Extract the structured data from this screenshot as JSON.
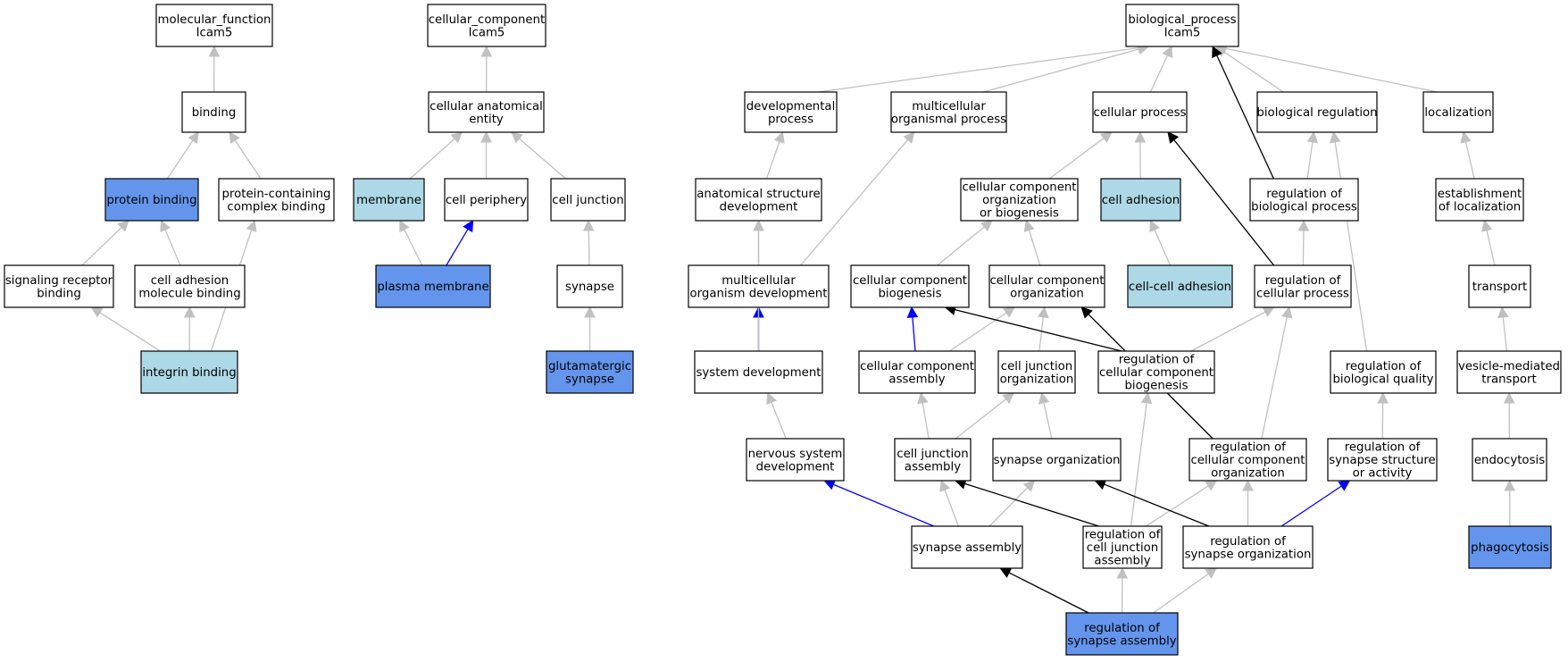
{
  "colors": {
    "node_fill": "#ffffff",
    "highlight_fill": "#6495ed",
    "light_fill": "#add8e6",
    "is_a_edge": "#c0c0c0",
    "part_of_edge": "#0000ff",
    "regulates_edge": "#000000"
  },
  "nodes": [
    {
      "id": "mf",
      "lines": [
        "molecular_function",
        "Icam5"
      ],
      "fill": "white"
    },
    {
      "id": "binding",
      "lines": [
        "binding"
      ],
      "fill": "white"
    },
    {
      "id": "protein_binding",
      "lines": [
        "protein binding"
      ],
      "fill": "highlight"
    },
    {
      "id": "pcb",
      "lines": [
        "protein-containing",
        "complex binding"
      ],
      "fill": "white"
    },
    {
      "id": "srb",
      "lines": [
        "signaling receptor",
        "binding"
      ],
      "fill": "white"
    },
    {
      "id": "camb",
      "lines": [
        "cell adhesion",
        "molecule binding"
      ],
      "fill": "white"
    },
    {
      "id": "integrin",
      "lines": [
        "integrin binding"
      ],
      "fill": "light"
    },
    {
      "id": "cc",
      "lines": [
        "cellular_component",
        "Icam5"
      ],
      "fill": "white"
    },
    {
      "id": "cae",
      "lines": [
        "cellular anatomical",
        "entity"
      ],
      "fill": "white"
    },
    {
      "id": "membrane",
      "lines": [
        "membrane"
      ],
      "fill": "light"
    },
    {
      "id": "periphery",
      "lines": [
        "cell periphery"
      ],
      "fill": "white"
    },
    {
      "id": "cjunction",
      "lines": [
        "cell junction"
      ],
      "fill": "white"
    },
    {
      "id": "pm",
      "lines": [
        "plasma membrane"
      ],
      "fill": "highlight"
    },
    {
      "id": "synapse",
      "lines": [
        "synapse"
      ],
      "fill": "white"
    },
    {
      "id": "gsyn",
      "lines": [
        "glutamatergic",
        "synapse"
      ],
      "fill": "highlight"
    },
    {
      "id": "bp",
      "lines": [
        "biological_process",
        "Icam5"
      ],
      "fill": "white"
    },
    {
      "id": "devp",
      "lines": [
        "developmental",
        "process"
      ],
      "fill": "white"
    },
    {
      "id": "mop",
      "lines": [
        "multicellular",
        "organismal process"
      ],
      "fill": "white"
    },
    {
      "id": "cp",
      "lines": [
        "cellular process"
      ],
      "fill": "white"
    },
    {
      "id": "br",
      "lines": [
        "biological regulation"
      ],
      "fill": "white"
    },
    {
      "id": "loc",
      "lines": [
        "localization"
      ],
      "fill": "white"
    },
    {
      "id": "asd",
      "lines": [
        "anatomical structure",
        "development"
      ],
      "fill": "white"
    },
    {
      "id": "ccob",
      "lines": [
        "cellular component",
        "organization",
        "or biogenesis"
      ],
      "fill": "white"
    },
    {
      "id": "cadh",
      "lines": [
        "cell adhesion"
      ],
      "fill": "light"
    },
    {
      "id": "rbp",
      "lines": [
        "regulation of",
        "biological process"
      ],
      "fill": "white"
    },
    {
      "id": "eol",
      "lines": [
        "establishment",
        "of localization"
      ],
      "fill": "white"
    },
    {
      "id": "mod",
      "lines": [
        "multicellular",
        "organism development"
      ],
      "fill": "white"
    },
    {
      "id": "ccbio",
      "lines": [
        "cellular component",
        "biogenesis"
      ],
      "fill": "white"
    },
    {
      "id": "ccorg",
      "lines": [
        "cellular component",
        "organization"
      ],
      "fill": "white"
    },
    {
      "id": "cca",
      "lines": [
        "cell-cell adhesion"
      ],
      "fill": "light"
    },
    {
      "id": "rcp",
      "lines": [
        "regulation of",
        "cellular process"
      ],
      "fill": "white"
    },
    {
      "id": "transport",
      "lines": [
        "transport"
      ],
      "fill": "white"
    },
    {
      "id": "sysdev",
      "lines": [
        "system development"
      ],
      "fill": "white"
    },
    {
      "id": "ccasm",
      "lines": [
        "cellular component",
        "assembly"
      ],
      "fill": "white"
    },
    {
      "id": "cjo",
      "lines": [
        "cell junction",
        "organization"
      ],
      "fill": "white"
    },
    {
      "id": "rccb",
      "lines": [
        "regulation of",
        "cellular component",
        "biogenesis"
      ],
      "fill": "white"
    },
    {
      "id": "rbq",
      "lines": [
        "regulation of",
        "biological quality"
      ],
      "fill": "white"
    },
    {
      "id": "vmt",
      "lines": [
        "vesicle-mediated",
        "transport"
      ],
      "fill": "white"
    },
    {
      "id": "nsd",
      "lines": [
        "nervous system",
        "development"
      ],
      "fill": "white"
    },
    {
      "id": "cja",
      "lines": [
        "cell junction",
        "assembly"
      ],
      "fill": "white"
    },
    {
      "id": "syno",
      "lines": [
        "synapse organization"
      ],
      "fill": "white"
    },
    {
      "id": "rcco",
      "lines": [
        "regulation of",
        "cellular component",
        "organization"
      ],
      "fill": "white"
    },
    {
      "id": "rssa",
      "lines": [
        "regulation of",
        "synapse structure",
        "or activity"
      ],
      "fill": "white"
    },
    {
      "id": "endo",
      "lines": [
        "endocytosis"
      ],
      "fill": "white"
    },
    {
      "id": "sa",
      "lines": [
        "synapse assembly"
      ],
      "fill": "white"
    },
    {
      "id": "rcja",
      "lines": [
        "regulation of",
        "cell junction",
        "assembly"
      ],
      "fill": "white"
    },
    {
      "id": "rso",
      "lines": [
        "regulation of",
        "synapse organization"
      ],
      "fill": "white"
    },
    {
      "id": "phago",
      "lines": [
        "phagocytosis"
      ],
      "fill": "highlight"
    },
    {
      "id": "rsa",
      "lines": [
        "regulation of",
        "synapse assembly"
      ],
      "fill": "highlight"
    }
  ],
  "edges": [
    {
      "from": "binding",
      "to": "mf",
      "kind": "is_a"
    },
    {
      "from": "protein_binding",
      "to": "binding",
      "kind": "is_a"
    },
    {
      "from": "pcb",
      "to": "binding",
      "kind": "is_a"
    },
    {
      "from": "srb",
      "to": "protein_binding",
      "kind": "is_a"
    },
    {
      "from": "camb",
      "to": "protein_binding",
      "kind": "is_a"
    },
    {
      "from": "integrin",
      "to": "srb",
      "kind": "is_a"
    },
    {
      "from": "integrin",
      "to": "camb",
      "kind": "is_a"
    },
    {
      "from": "integrin",
      "to": "pcb",
      "kind": "is_a"
    },
    {
      "from": "cae",
      "to": "cc",
      "kind": "is_a"
    },
    {
      "from": "membrane",
      "to": "cae",
      "kind": "is_a"
    },
    {
      "from": "periphery",
      "to": "cae",
      "kind": "is_a"
    },
    {
      "from": "cjunction",
      "to": "cae",
      "kind": "is_a"
    },
    {
      "from": "pm",
      "to": "membrane",
      "kind": "is_a"
    },
    {
      "from": "pm",
      "to": "periphery",
      "kind": "part_of"
    },
    {
      "from": "synapse",
      "to": "cjunction",
      "kind": "is_a"
    },
    {
      "from": "gsyn",
      "to": "synapse",
      "kind": "is_a"
    },
    {
      "from": "devp",
      "to": "bp",
      "kind": "is_a"
    },
    {
      "from": "mop",
      "to": "bp",
      "kind": "is_a"
    },
    {
      "from": "cp",
      "to": "bp",
      "kind": "is_a"
    },
    {
      "from": "br",
      "to": "bp",
      "kind": "is_a"
    },
    {
      "from": "loc",
      "to": "bp",
      "kind": "is_a"
    },
    {
      "from": "rbp",
      "to": "bp",
      "kind": "regulates"
    },
    {
      "from": "asd",
      "to": "devp",
      "kind": "is_a"
    },
    {
      "from": "ccob",
      "to": "cp",
      "kind": "is_a"
    },
    {
      "from": "cadh",
      "to": "cp",
      "kind": "is_a"
    },
    {
      "from": "rbp",
      "to": "br",
      "kind": "is_a"
    },
    {
      "from": "eol",
      "to": "loc",
      "kind": "is_a"
    },
    {
      "from": "mod",
      "to": "asd",
      "kind": "is_a"
    },
    {
      "from": "mod",
      "to": "mop",
      "kind": "is_a"
    },
    {
      "from": "ccbio",
      "to": "ccob",
      "kind": "is_a"
    },
    {
      "from": "ccorg",
      "to": "ccob",
      "kind": "is_a"
    },
    {
      "from": "cca",
      "to": "cadh",
      "kind": "is_a"
    },
    {
      "from": "rcp",
      "to": "rbp",
      "kind": "is_a"
    },
    {
      "from": "rcp",
      "to": "cp",
      "kind": "regulates"
    },
    {
      "from": "transport",
      "to": "eol",
      "kind": "is_a"
    },
    {
      "from": "sysdev",
      "to": "mod",
      "kind": "part_of"
    },
    {
      "from": "sysdev",
      "to": "asd",
      "kind": "is_a"
    },
    {
      "from": "ccasm",
      "to": "ccbio",
      "kind": "part_of"
    },
    {
      "from": "ccasm",
      "to": "ccorg",
      "kind": "is_a"
    },
    {
      "from": "cjo",
      "to": "ccorg",
      "kind": "is_a"
    },
    {
      "from": "rccb",
      "to": "ccbio",
      "kind": "regulates"
    },
    {
      "from": "rccb",
      "to": "rcp",
      "kind": "is_a"
    },
    {
      "from": "rbq",
      "to": "br",
      "kind": "is_a"
    },
    {
      "from": "vmt",
      "to": "transport",
      "kind": "is_a"
    },
    {
      "from": "nsd",
      "to": "sysdev",
      "kind": "is_a"
    },
    {
      "from": "cja",
      "to": "ccasm",
      "kind": "is_a"
    },
    {
      "from": "cja",
      "to": "cjo",
      "kind": "is_a"
    },
    {
      "from": "syno",
      "to": "cjo",
      "kind": "is_a"
    },
    {
      "from": "rcco",
      "to": "rcp",
      "kind": "is_a"
    },
    {
      "from": "rcco",
      "to": "ccorg",
      "kind": "regulates"
    },
    {
      "from": "rssa",
      "to": "rbq",
      "kind": "is_a"
    },
    {
      "from": "endo",
      "to": "vmt",
      "kind": "is_a"
    },
    {
      "from": "sa",
      "to": "nsd",
      "kind": "part_of"
    },
    {
      "from": "sa",
      "to": "cja",
      "kind": "is_a"
    },
    {
      "from": "sa",
      "to": "syno",
      "kind": "is_a"
    },
    {
      "from": "rcja",
      "to": "cja",
      "kind": "regulates"
    },
    {
      "from": "rcja",
      "to": "rcco",
      "kind": "is_a"
    },
    {
      "from": "rcja",
      "to": "rccb",
      "kind": "is_a"
    },
    {
      "from": "rso",
      "to": "syno",
      "kind": "regulates"
    },
    {
      "from": "rso",
      "to": "rcco",
      "kind": "is_a"
    },
    {
      "from": "rso",
      "to": "rssa",
      "kind": "part_of"
    },
    {
      "from": "phago",
      "to": "endo",
      "kind": "is_a"
    },
    {
      "from": "rsa",
      "to": "sa",
      "kind": "regulates"
    },
    {
      "from": "rsa",
      "to": "rcja",
      "kind": "is_a"
    },
    {
      "from": "rsa",
      "to": "rso",
      "kind": "is_a"
    }
  ]
}
